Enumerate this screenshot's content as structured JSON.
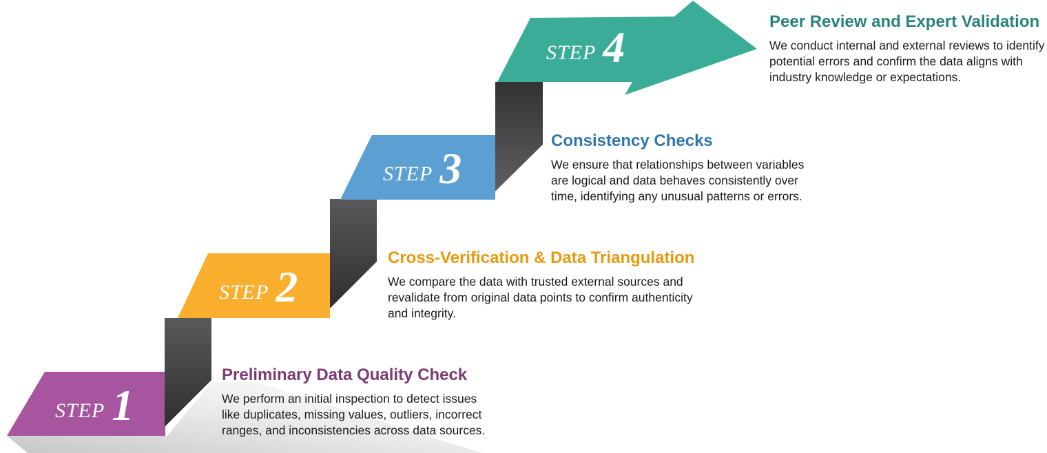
{
  "diagram": {
    "type": "staircase-process",
    "background": "#ffffff",
    "palette": {
      "riser_dark": "#2e2e30",
      "riser_light": "#606062",
      "ground_shadow_light": "#ffffff",
      "ground_shadow_dark": "#c7c7c7",
      "body_text": "#1b1b1b"
    }
  },
  "steps": [
    {
      "label": "STEP",
      "number": "1",
      "color": "#a8559f",
      "title_color": "#7d3a73",
      "title": "Preliminary Data Quality Check",
      "desc_lines": [
        "We perform an initial inspection to detect issues",
        "like duplicates, missing values, outliers, incorrect",
        "ranges, and inconsistencies across data sources."
      ]
    },
    {
      "label": "STEP",
      "number": "2",
      "color": "#f9af2d",
      "title_color": "#e8990e",
      "title": "Cross-Verification & Data Triangulation",
      "desc_lines": [
        "We compare the data with trusted external sources and",
        "revalidate from original data points to confirm authenticity",
        "and integrity."
      ]
    },
    {
      "label": "STEP",
      "number": "3",
      "color": "#5b9fd3",
      "title_color": "#3077b0",
      "title": "Consistency Checks",
      "desc_lines": [
        "We ensure that relationships between variables",
        "are logical and data behaves consistently over",
        "time, identifying any unusual patterns or errors."
      ]
    },
    {
      "label": "STEP",
      "number": "4",
      "color": "#3bac97",
      "title_color": "#27847c",
      "title": "Peer Review and Expert Validation",
      "desc_lines": [
        "We conduct internal and external reviews to identify",
        "potential errors and confirm the data aligns with",
        "industry knowledge or expectations."
      ]
    }
  ]
}
